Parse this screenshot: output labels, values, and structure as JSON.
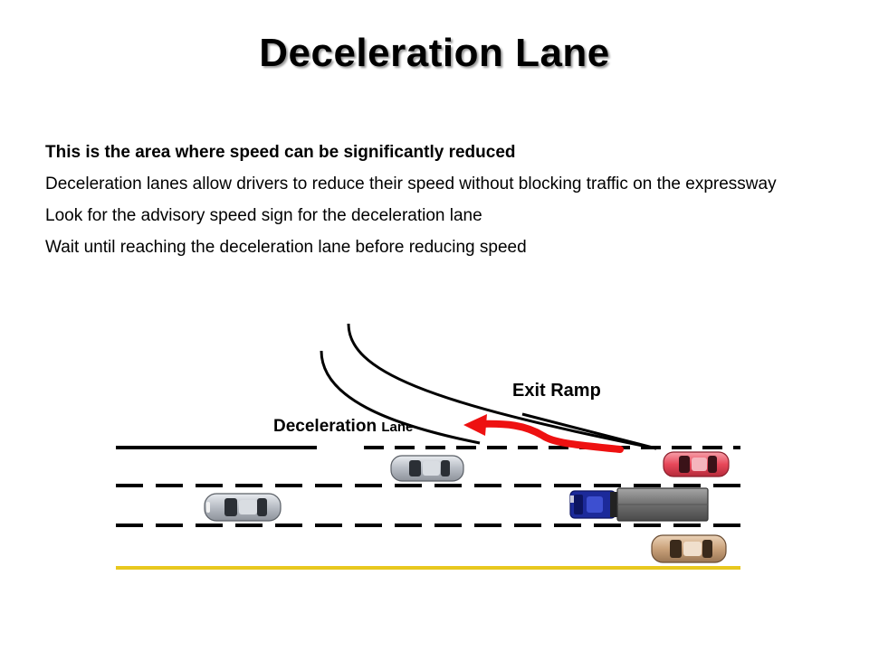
{
  "slide": {
    "title": "Deceleration Lane",
    "bullets": [
      "This is the area where speed can be significantly reduced",
      "Deceleration lanes allow drivers to reduce their speed without blocking traffic on the expressway",
      "Look for the advisory speed sign for the deceleration lane",
      "Wait until reaching the deceleration lane before reducing speed"
    ]
  },
  "diagram": {
    "exit_ramp_label": "Exit Ramp",
    "decel_label_main": "Deceleration ",
    "decel_label_small": "Lane"
  },
  "colors": {
    "arrow": "#ee1111",
    "edge_line": "#e8c81e",
    "lane_marking": "#000000",
    "car_silver": "#b7bcc4",
    "car_red": "#e8485a",
    "car_gold": "#c9a17a",
    "truck_cab": "#1c2a9a",
    "truck_trailer": "#6e6e6e"
  },
  "icons": [
    "car-icon",
    "truck-icon",
    "arrow-icon"
  ]
}
